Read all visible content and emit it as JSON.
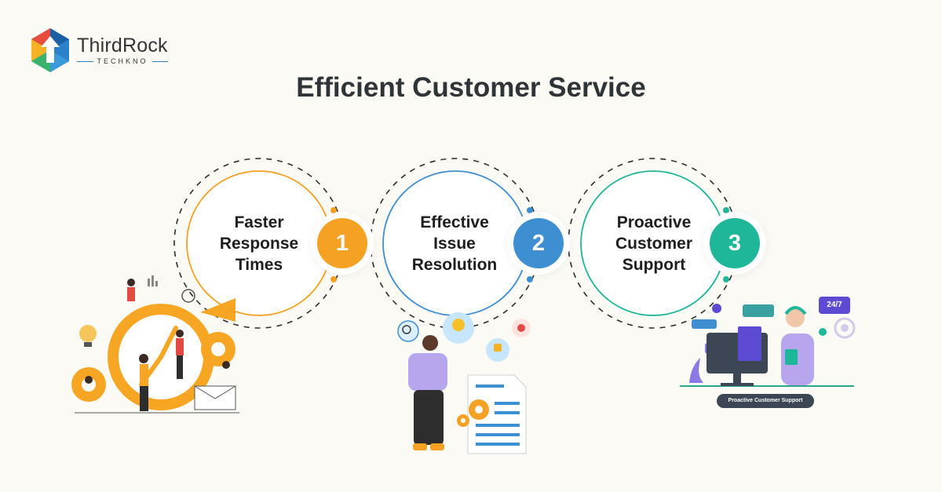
{
  "logo": {
    "name": "ThirdRock",
    "sub": "TECHKNO"
  },
  "title": "Efficient Customer Service",
  "steps": [
    {
      "number": "1",
      "lines": [
        "Faster",
        "Response",
        "Times"
      ],
      "color": "#f4a124"
    },
    {
      "number": "2",
      "lines": [
        "Effective",
        "Issue",
        "Resolution"
      ],
      "color": "#3d8fd1"
    },
    {
      "number": "3",
      "lines": [
        "Proactive",
        "Customer",
        "Support"
      ],
      "color": "#1fb79a"
    }
  ],
  "illustrations": {
    "support_badge": "Proactive Customer Support",
    "tag_247": "24/7"
  },
  "colors": {
    "background": "#fcfaf4",
    "title": "#2f3437",
    "accent_blue": "#2c82c9"
  }
}
